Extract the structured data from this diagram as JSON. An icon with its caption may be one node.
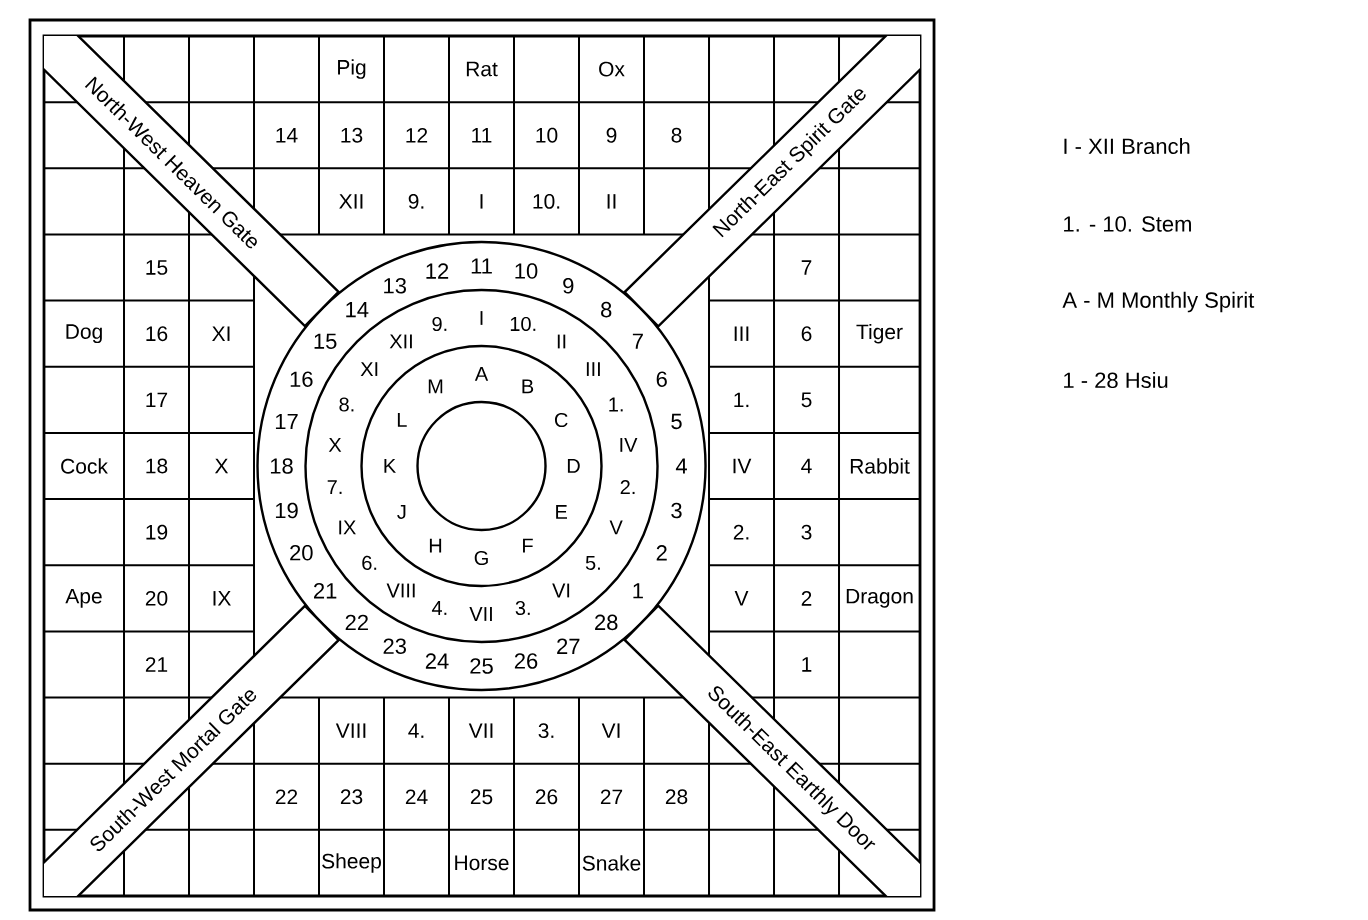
{
  "diagram": {
    "nodes": [
      {
        "text": [
          "North-West Heaven Gate"
        ]
      },
      {
        "text": [
          "North-East Spirit Gate"
        ]
      },
      {
        "text": [
          "South-West Mortal Gate"
        ]
      },
      {
        "text": [
          "South-East Earthly Door"
        ]
      }
    ],
    "labels": [
      "Pig",
      "Rat",
      "Ox",
      "14",
      "13",
      "12",
      "11",
      "10",
      "9",
      "8",
      "XII",
      "9.",
      "I",
      "10.",
      "II",
      "15",
      "7",
      "Dog",
      "16",
      "XI",
      "III",
      "6",
      "Tiger",
      "17",
      "1.",
      "5",
      "Cock",
      "18",
      "X",
      "IV",
      "4",
      "Rabbit",
      "19",
      "2.",
      "3",
      "Ape",
      "20",
      "IX",
      "V",
      "2",
      "Dragon",
      "21",
      "1",
      "VIII",
      "4.",
      "VII",
      "3.",
      "VI",
      "22",
      "23",
      "24",
      "25",
      "26",
      "27",
      "28",
      "Sheep",
      "Horse",
      "Snake",
      "18",
      "17",
      "16",
      "15",
      "14",
      "13",
      "12",
      "11",
      "10",
      "9",
      "8",
      "7",
      "6",
      "5",
      "4",
      "19",
      "20",
      "21",
      "22",
      "23",
      "24",
      "25",
      "26",
      "27",
      "28",
      "1",
      "2",
      "3",
      "I",
      "10.",
      "II",
      "III",
      "1.",
      "IV",
      "2.",
      "V",
      "5.",
      "VI",
      "3.",
      "VII",
      "4.",
      "VIII",
      "6.",
      "IX",
      "7.",
      "X",
      "8.",
      "XI",
      "XII",
      "9.",
      "A",
      "B",
      "C",
      "D",
      "E",
      "F",
      "G",
      "H",
      "J",
      "K",
      "L",
      "M",
      "I - XII Branch",
      "1. - 10. Stem",
      "A - M Monthly Spirit",
      "1 - 28 Hsiu"
    ]
  }
}
